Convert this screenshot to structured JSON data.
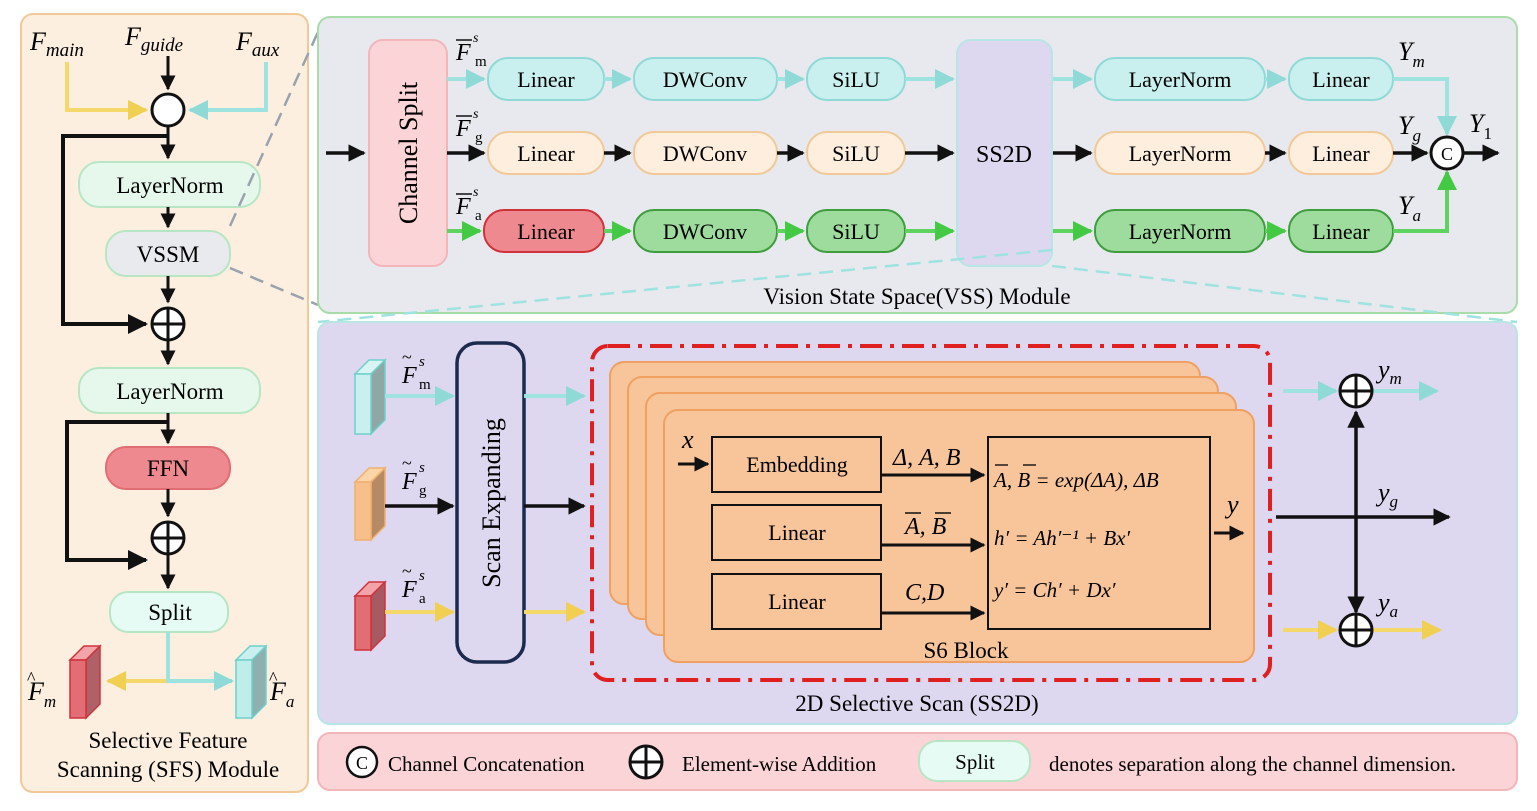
{
  "sfs": {
    "inputs": {
      "main": "F",
      "main_sub": "main",
      "guide": "F",
      "guide_sub": "guide",
      "aux": "F",
      "aux_sub": "aux"
    },
    "blocks": {
      "layernorm1": "LayerNorm",
      "vssm": "VSSM",
      "layernorm2": "LayerNorm",
      "ffn": "FFN",
      "split": "Split"
    },
    "outputs": {
      "m": "F",
      "m_sub": "m",
      "a": "F",
      "a_sub": "a"
    },
    "caption_line1": "Selective Feature",
    "caption_line2": "Scanning (SFS) Module"
  },
  "vss": {
    "channel_split": "Channel Split",
    "inputs": [
      {
        "sym": "F",
        "sup": "s",
        "sub": "m"
      },
      {
        "sym": "F",
        "sup": "s",
        "sub": "g"
      },
      {
        "sym": "F",
        "sup": "s",
        "sub": "a"
      }
    ],
    "rows": [
      {
        "linear": "Linear",
        "dwconv": "DWConv",
        "silu": "SiLU",
        "layernorm": "LayerNorm",
        "linear2": "Linear",
        "out": "Y",
        "out_sub": "m"
      },
      {
        "linear": "Linear",
        "dwconv": "DWConv",
        "silu": "SiLU",
        "layernorm": "LayerNorm",
        "linear2": "Linear",
        "out": "Y",
        "out_sub": "g"
      },
      {
        "linear": "Linear",
        "dwconv": "DWConv",
        "silu": "SiLU",
        "layernorm": "LayerNorm",
        "linear2": "Linear",
        "out": "Y",
        "out_sub": "a"
      }
    ],
    "ss2d": "SS2D",
    "concat": "C",
    "final_out": "Y",
    "final_out_sub": "1",
    "caption": "Vision State Space(VSS) Module"
  },
  "ss2d": {
    "inputs": [
      {
        "sym": "F",
        "sup": "s",
        "sub": "m"
      },
      {
        "sym": "F",
        "sup": "s",
        "sub": "g"
      },
      {
        "sym": "F",
        "sup": "s",
        "sub": "a"
      }
    ],
    "scan_expanding": "Scan Expanding",
    "s6": {
      "x": "x",
      "embedding": "Embedding",
      "linear1": "Linear",
      "linear2": "Linear",
      "label1": "Δ, A, B",
      "label2": "A, B",
      "label3": "C,D",
      "eq1": "A, B = exp(ΔA), ΔB",
      "eq2": "h′ = Ah′⁻¹ + Bx′",
      "eq3": "y′ = Ch′ + Dx′",
      "y": "y",
      "caption": "S6 Block"
    },
    "outputs": {
      "m": "y",
      "m_sub": "m",
      "g": "y",
      "g_sub": "g",
      "a": "y",
      "a_sub": "a"
    },
    "caption": "2D Selective Scan (SS2D)"
  },
  "legend": {
    "concat_symbol": "C",
    "concat_label": "Channel Concatenation",
    "add_label": "Element-wise Addition",
    "split_label": "Split",
    "split_desc": "denotes separation along the channel dimension."
  },
  "colors": {
    "cyan": "#9fe3e0",
    "yellow": "#f5d86a",
    "green": "#5fd35f",
    "orange_fill": "#fbdcc0",
    "green_fill": "#9edc9e",
    "red_fill": "#ee8a8f",
    "purple_bg": "#ddd8f0",
    "gray_bg": "#e8e9ee",
    "beige_bg": "#fcefe0"
  }
}
